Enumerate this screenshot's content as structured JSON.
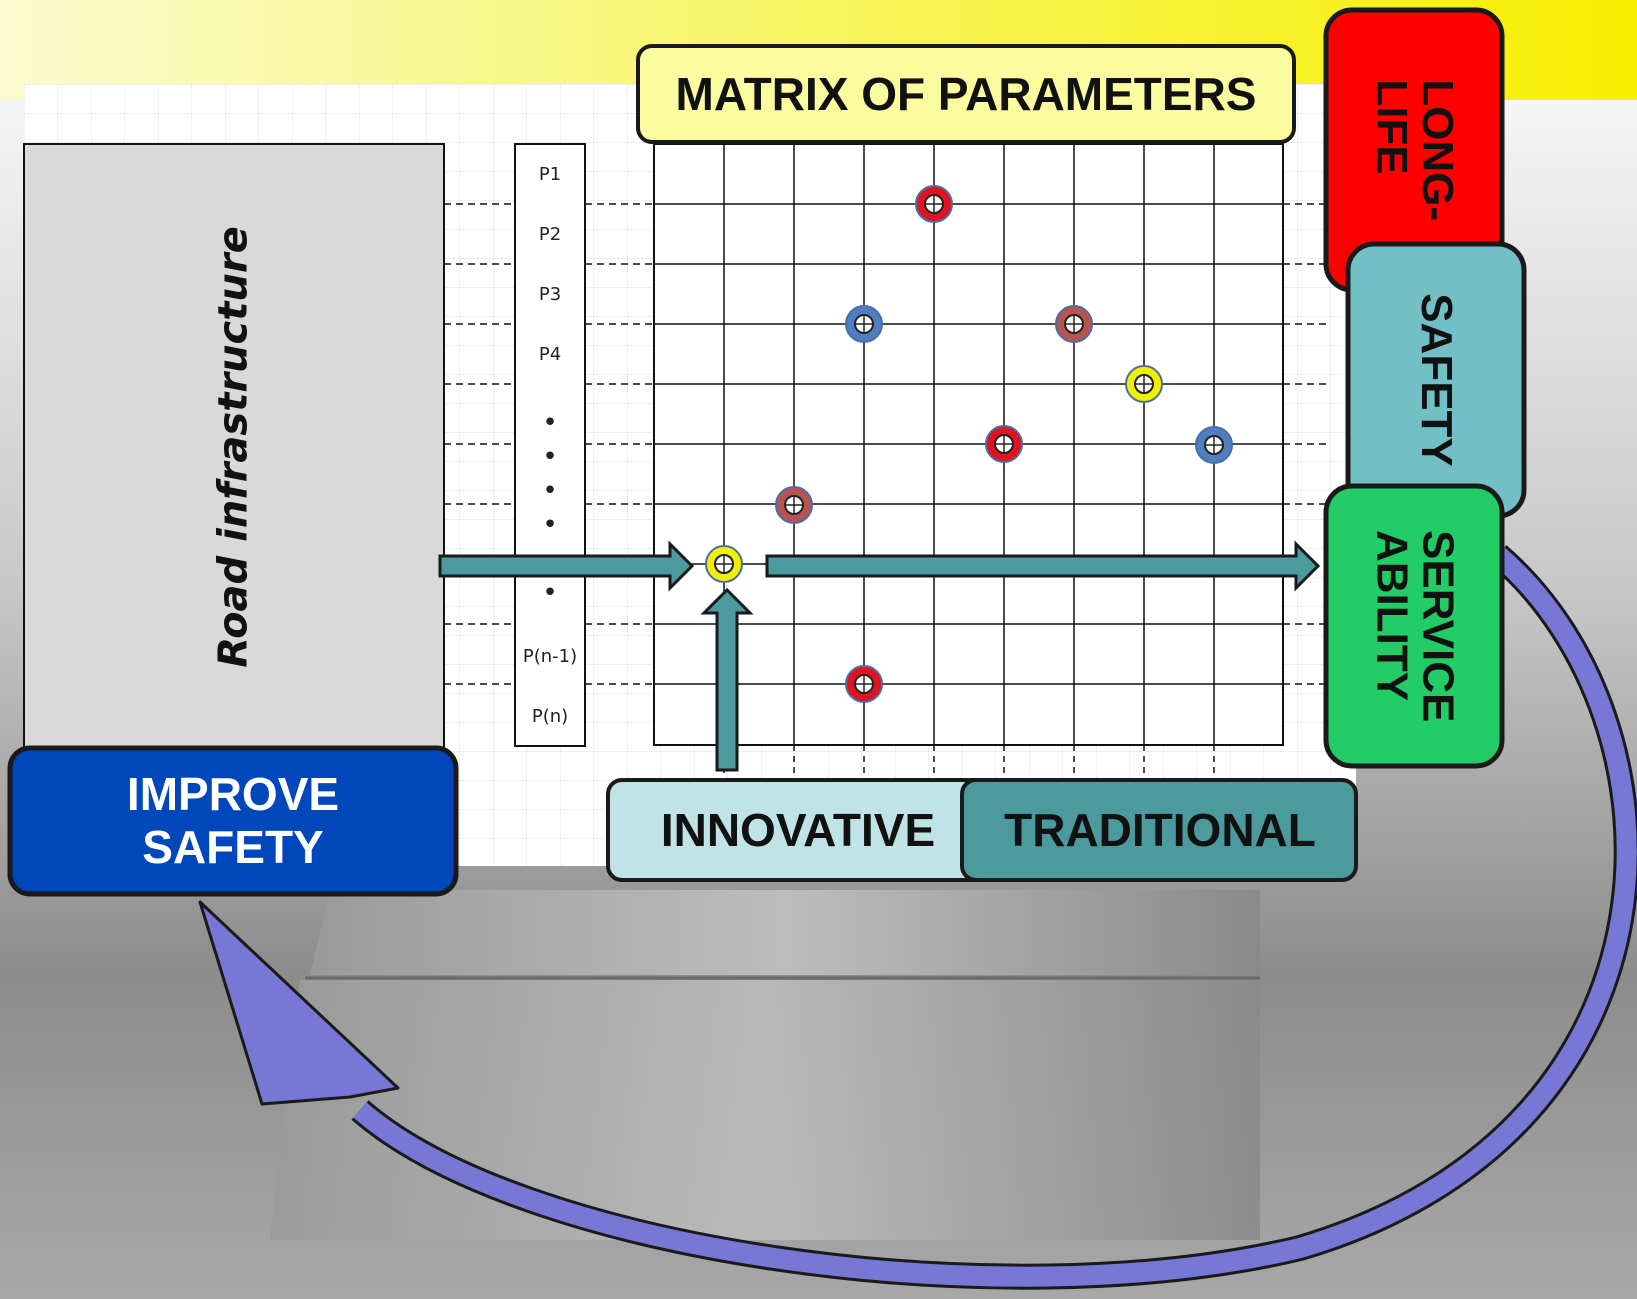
{
  "title": "MATRIX OF PARAMETERS",
  "left_box": "Road infrastructure",
  "improve_safety": {
    "line1": "IMPROVE",
    "line2": "SAFETY"
  },
  "categories": {
    "long_life": {
      "line1": "LONG-",
      "line2": "LIFE",
      "color": "#ff0000"
    },
    "safety": {
      "label": "SAFETY",
      "color": "#72bfc5"
    },
    "serviceability": {
      "line1": "SERVICE",
      "line2": "ABILITY",
      "color": "#22cc66"
    }
  },
  "methods": {
    "innovative": "INNOVATIVE",
    "traditional": "TRADITIONAL"
  },
  "parameters": [
    "P1",
    "P2",
    "P3",
    "P4",
    "•",
    "•",
    "•",
    "•",
    "•",
    "P(n-1)",
    "P(n)"
  ],
  "colors": {
    "red_marker": "#e0141e",
    "blue_marker": "#4f7fbf",
    "brown_marker": "#b85450",
    "yellow_marker": "#f0f000",
    "arrow_fill": "#4a9a9e",
    "loop_arrow": "#7777d6",
    "improve_box": "#0047bb",
    "innovative_box": "#bfe3e6",
    "traditional_box": "#4a9a9e"
  }
}
